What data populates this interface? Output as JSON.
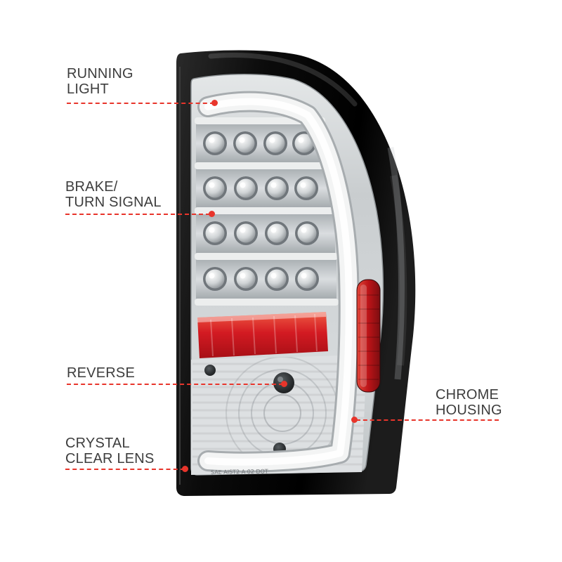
{
  "colors": {
    "callout_red": "#e8352b",
    "label_text": "#3d3d3d",
    "housing_black": "#0a0a0a",
    "reflector_red": "#cc1420",
    "background": "#ffffff"
  },
  "callouts": {
    "running_light": {
      "lines": [
        "RUNNING",
        "LIGHT"
      ]
    },
    "brake_turn_signal": {
      "lines": [
        "BRAKE/",
        "TURN SIGNAL"
      ]
    },
    "reverse": {
      "lines": [
        "REVERSE"
      ]
    },
    "crystal_clear_lens": {
      "lines": [
        "CRYSTAL",
        "CLEAR LENS"
      ]
    },
    "chrome_housing": {
      "lines": [
        "CHROME",
        "HOUSING"
      ]
    }
  },
  "product": {
    "lens_marking": "SAE AIST2 A 02 DOT"
  }
}
